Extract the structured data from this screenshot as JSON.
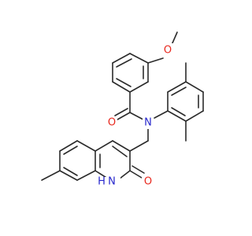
{
  "molecule": {
    "atoms": {
      "o_methoxy": {
        "label": "O",
        "color": "#e8281e"
      },
      "o_carbonyl": {
        "label": "O",
        "color": "#e8281e"
      },
      "n_amide": {
        "label": "N",
        "color": "#2626cc"
      },
      "n_quinolinone": {
        "label": "N",
        "color": "#2626cc"
      },
      "h_quinolinone": {
        "label": "H",
        "color": "#2626cc"
      },
      "o_quinolinone": {
        "label": "O",
        "color": "#e8281e"
      }
    },
    "bond_color": "#2b2b2b",
    "background": "#ffffff"
  }
}
